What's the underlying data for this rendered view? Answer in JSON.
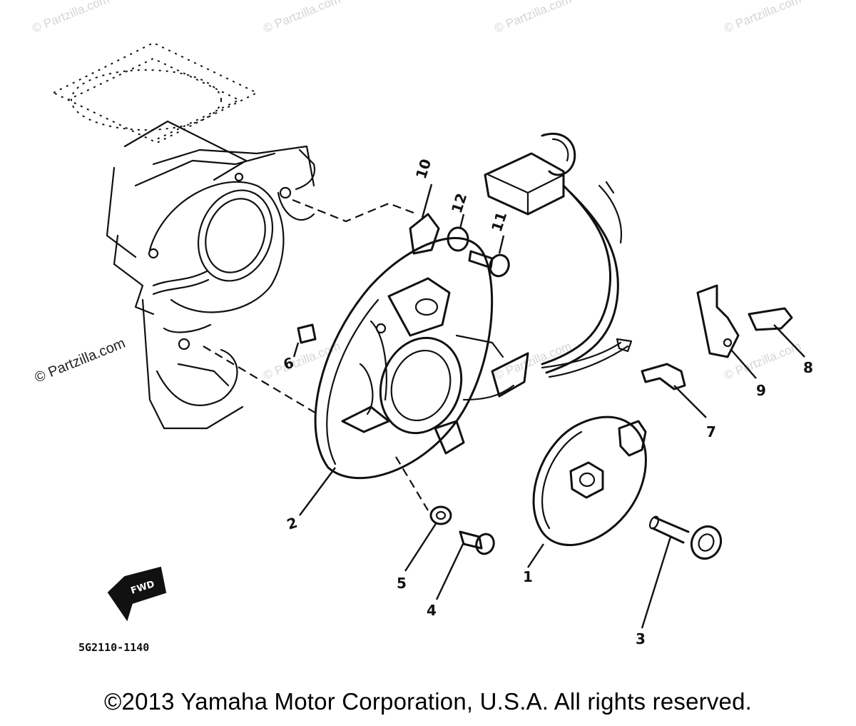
{
  "watermarks": {
    "text": "© Partzilla.com"
  },
  "callouts": [
    {
      "id": "1",
      "label": "1"
    },
    {
      "id": "2",
      "label": "2"
    },
    {
      "id": "3",
      "label": "3"
    },
    {
      "id": "4",
      "label": "4"
    },
    {
      "id": "5",
      "label": "5"
    },
    {
      "id": "6",
      "label": "6"
    },
    {
      "id": "7",
      "label": "7"
    },
    {
      "id": "8",
      "label": "8"
    },
    {
      "id": "9",
      "label": "9"
    },
    {
      "id": "10",
      "label": "10"
    },
    {
      "id": "11",
      "label": "11"
    },
    {
      "id": "12",
      "label": "12"
    }
  ],
  "forward_marker": "FWD",
  "diagram_code": "5G2110-1140",
  "copyright": "©2013 Yamaha Motor Corporation, U.S.A. All rights reserved."
}
